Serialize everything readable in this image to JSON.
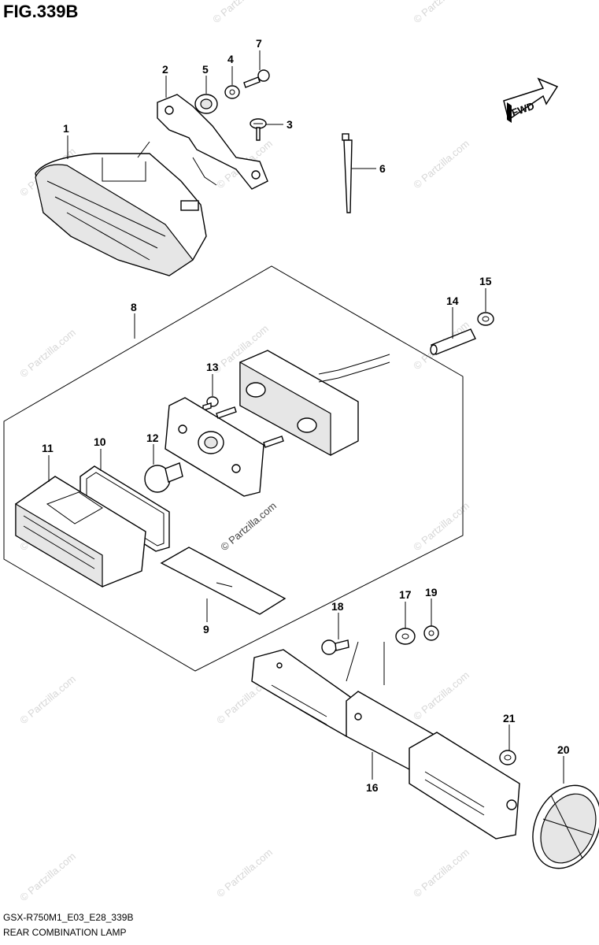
{
  "figure": {
    "title": "FIG.339B",
    "code": "GSX-R750M1_E03_E28_339B",
    "name": "REAR COMBINATION LAMP",
    "fwd_label": "FWD",
    "watermark": "© Partzilla.com"
  },
  "callouts": [
    {
      "id": "c1",
      "label": "1"
    },
    {
      "id": "c2",
      "label": "2"
    },
    {
      "id": "c3",
      "label": "3"
    },
    {
      "id": "c4",
      "label": "4"
    },
    {
      "id": "c5",
      "label": "5"
    },
    {
      "id": "c6",
      "label": "6"
    },
    {
      "id": "c7",
      "label": "7"
    },
    {
      "id": "c8",
      "label": "8"
    },
    {
      "id": "c9",
      "label": "9"
    },
    {
      "id": "c10",
      "label": "10"
    },
    {
      "id": "c11",
      "label": "11"
    },
    {
      "id": "c12",
      "label": "12"
    },
    {
      "id": "c13",
      "label": "13"
    },
    {
      "id": "c14",
      "label": "14"
    },
    {
      "id": "c15",
      "label": "15"
    },
    {
      "id": "c16",
      "label": "16"
    },
    {
      "id": "c17",
      "label": "17"
    },
    {
      "id": "c18",
      "label": "18"
    },
    {
      "id": "c19",
      "label": "19"
    },
    {
      "id": "c20",
      "label": "20"
    },
    {
      "id": "c21",
      "label": "21"
    }
  ]
}
